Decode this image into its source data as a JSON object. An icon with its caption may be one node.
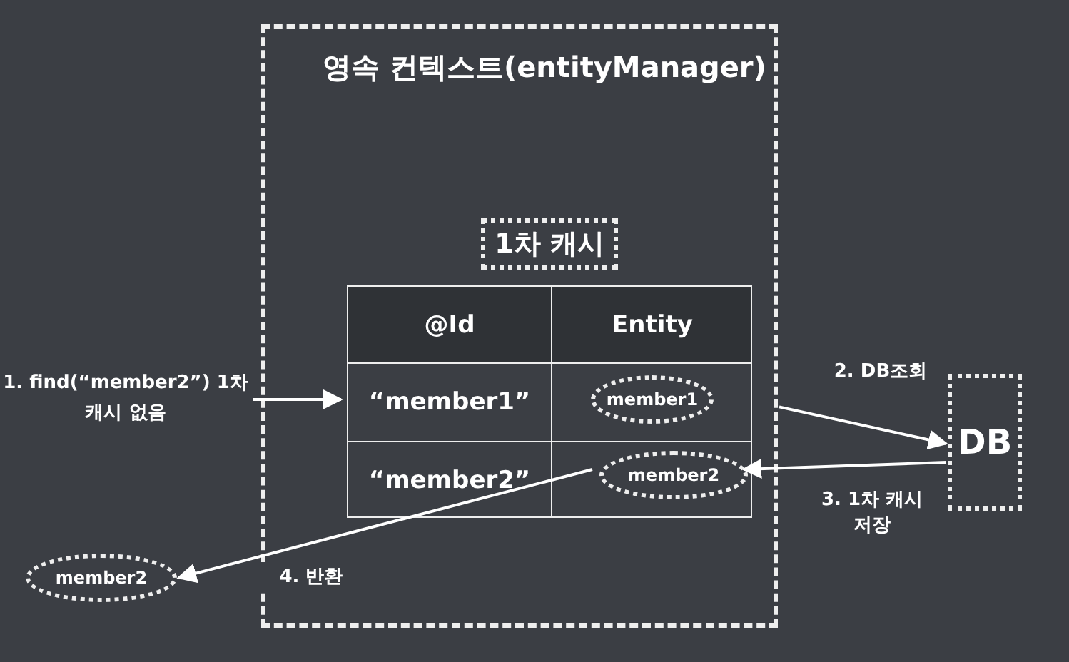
{
  "diagram": {
    "nodes": [
      {
        "text": [
          "영속 컨텍스트(entityManager)"
        ]
      },
      {
        "text": [
          "1차 캐시"
        ],
        "in": 0
      },
      {
        "text": [],
        "shape": "box",
        "in": 0
      },
      {
        "text": [
          "member1"
        ],
        "in": 2
      },
      {
        "text": [
          "member2"
        ],
        "in": 2
      },
      {
        "text": [
          "DB"
        ]
      },
      {
        "text": [
          "1. find(“member2”) 1차 캐시 없음"
        ]
      },
      {
        "text": [
          "member2"
        ]
      }
    ],
    "edges": [
      {
        "from": 6,
        "to": 2,
        "arrow": "to"
      },
      {
        "from": 0,
        "to": 5,
        "arrow": "to",
        "label": "2. DB조회"
      },
      {
        "from": 5,
        "to": 4,
        "arrow": "to",
        "label": "3. 1차 캐시 저장"
      },
      {
        "from": 4,
        "to": 7,
        "arrow": "to",
        "label": "4. 반환"
      }
    ],
    "labels": [
      "@Id",
      "Entity",
      "“member1”",
      "“member2”"
    ]
  }
}
